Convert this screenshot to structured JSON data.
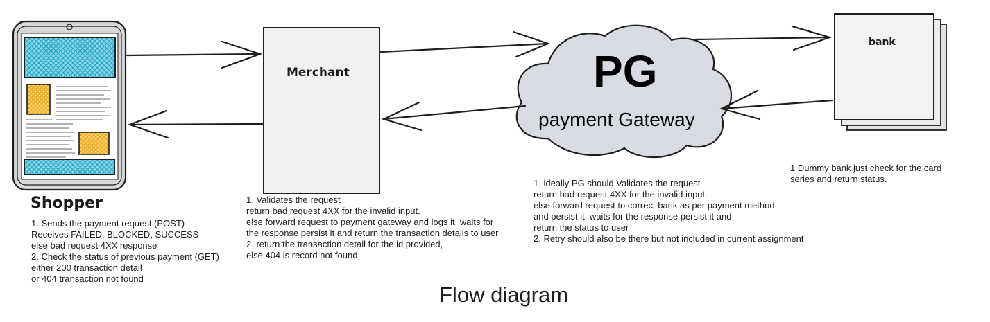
{
  "title": "Flow diagram",
  "nodes": {
    "shopper": {
      "label": "Shopper"
    },
    "merchant": {
      "label": "Merchant"
    },
    "pg": {
      "label": "PG",
      "sublabel": "payment Gateway"
    },
    "bank": {
      "label": "bank"
    }
  },
  "notes": {
    "shopper": "1. Sends the payment request (POST)\nReceives FAILED, BLOCKED, SUCCESS\nelse bad request 4XX response\n2. Check the status of previous payment (GET)\neither 200 transaction detail\nor 404 transaction not found",
    "merchant": "1. Validates the request\nreturn bad request 4XX for the invalid input.\nelse forward request to payment gateway and logs it, waits for\nthe response persist it and return the transaction details to user\n2. return the transaction detail for the id provided,\nelse 404 is record not found",
    "pg": "1. ideally PG should Validates the request\nreturn bad request 4XX for the invalid input.\nelse forward request to correct bank as per payment method\nand persist it, waits for the response persist it and\nreturn the status to user\n2. Retry should also be there but not included in current assignment",
    "bank": "1 Dummy bank just check for the card\nseries and return status."
  },
  "colors": {
    "stroke": "#1e1e1e",
    "phone_fill": "#d8d8d8",
    "banner_fill": "#29b6d0",
    "image_fill": "#f3b51f",
    "merchant_fill": "#f1f1f1",
    "cloud_fill": "#d9dbe3",
    "bank_fill": "#f3f3f3"
  },
  "icons": [
    "phone-mockup-icon",
    "banner-image-icon",
    "photo-placeholder-icon"
  ]
}
